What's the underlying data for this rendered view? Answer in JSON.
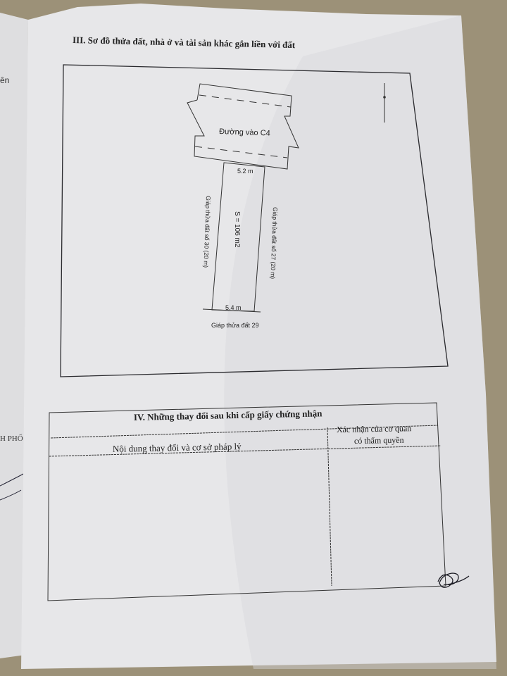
{
  "left_page": {
    "fragment_top": "ên",
    "fragment_mid": "H PHỐ"
  },
  "section_iii": {
    "title": "III. Sơ đồ thửa đất, nhà ở và tài sản khác gắn liền với đất",
    "diagram": {
      "road_label": "Đường vào C4",
      "top_width": "5.2 m",
      "bottom_width": "5.4 m",
      "area": "S = 106 m2",
      "left_neighbor": "Giáp thửa đất số 30 (20 m)",
      "right_neighbor": "Giáp thửa đất số 27 (20 m)",
      "bottom_neighbor": "Giáp thửa đất 29"
    }
  },
  "section_iv": {
    "title": "IV. Những thay đổi sau khi cấp giấy chứng nhận",
    "col1_header": "Nội dung thay đổi và cơ sở pháp lý",
    "col2_header_line1": "Xác nhận của cơ quan",
    "col2_header_line2": "có thẩm quyền"
  },
  "colors": {
    "background": "#9c9178",
    "paper": "#e6e6e8",
    "ink": "#2a2a2e"
  }
}
